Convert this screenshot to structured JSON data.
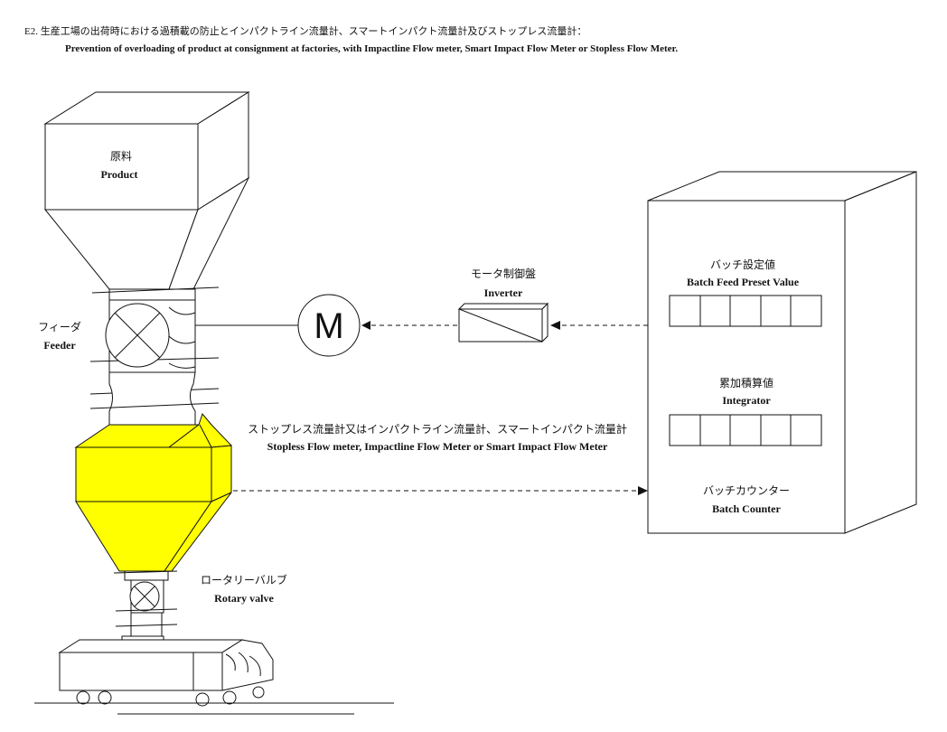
{
  "header": {
    "title_jp": "E2. 生産工場の出荷時における過積載の防止とインパクトライン流量計、スマートインパクト流量計及びストップレス流量計：",
    "title_en": "Prevention of overloading of product at consignment at factories, with Impactline Flow meter, Smart Impact Flow Meter or Stopless Flow Meter."
  },
  "product": {
    "jp": "原料",
    "en": "Product"
  },
  "feeder": {
    "jp": "フィーダ",
    "en": "Feeder"
  },
  "motor": {
    "symbol": "M"
  },
  "inverter": {
    "jp": "モータ制御盤",
    "en": "Inverter"
  },
  "flowmeter": {
    "jp": "ストップレス流量計又はインパクトライン流量計、スマートインパクト流量計",
    "en": "Stopless Flow meter, Impactline Flow Meter or Smart Impact Flow Meter",
    "color": "#ffff00"
  },
  "rotary_valve": {
    "jp": "ロータリーバルブ",
    "en": "Rotary valve"
  },
  "panel": {
    "preset": {
      "jp": "バッチ設定値",
      "en": "Batch Feed Preset Value"
    },
    "integrator": {
      "jp": "累加積算値",
      "en": "Integrator"
    },
    "counter": {
      "jp": "バッチカウンター",
      "en": "Batch Counter"
    }
  }
}
